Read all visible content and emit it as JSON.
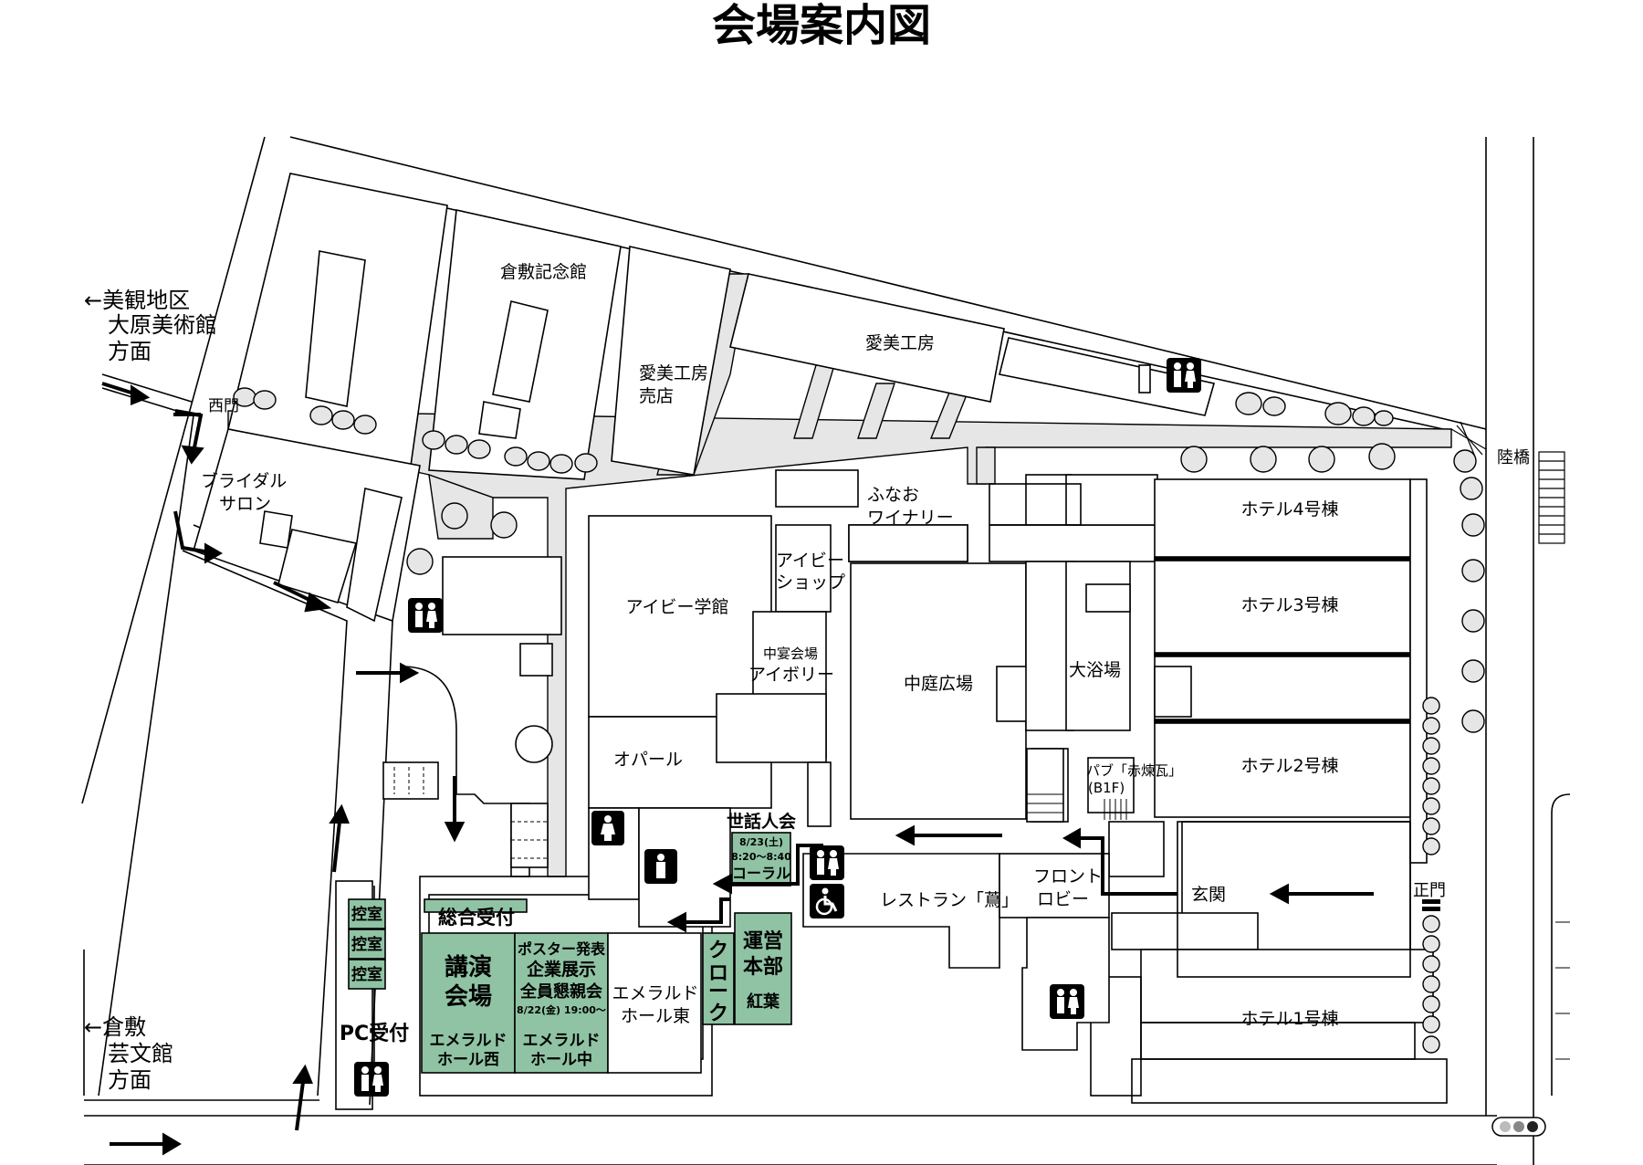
{
  "title": "会場案内図",
  "directions": {
    "west_top": [
      "←美観地区",
      "大原美術館",
      "方面"
    ],
    "west_bottom": [
      "←倉敷",
      "芸文館",
      "方面"
    ]
  },
  "gates": {
    "west": "西門",
    "main": "正門",
    "bridge": "陸橋"
  },
  "buildings": {
    "kurashiki_memorial": "倉敷記念館",
    "aibi_kobo": "愛美工房",
    "aibi_kobo_shop": [
      "愛美工房",
      "売店"
    ],
    "bridal_salon": [
      "ブライダル",
      "サロン"
    ],
    "funao_winery": [
      "ふなお",
      "ワイナリー"
    ],
    "ivy_gakkan": "アイビー学館",
    "ivy_shop": [
      "アイビー",
      "ショップ"
    ],
    "ivory_small": "中宴会場",
    "ivory": "アイボリー",
    "nakaniwa": "中庭広場",
    "daiyokujo": "大浴場",
    "opal": "オパール",
    "pub": [
      "パブ「赤煉瓦」",
      "(B1F)"
    ],
    "restaurant": "レストラン「蔦」",
    "front_lobby": [
      "フロント",
      "ロビー"
    ],
    "genkan": "玄関",
    "hotel4": "ホテル4号棟",
    "hotel3": "ホテル3号棟",
    "hotel2": "ホテル2号棟",
    "hotel1": "ホテル1号棟",
    "emerald_east": [
      "エメラルド",
      "ホール東"
    ]
  },
  "event": {
    "sewanin": {
      "title": "世話人会",
      "date": "8/23(土)",
      "time": "8:20～8:40",
      "room": "コーラル"
    },
    "sogo_uketsuke": "総合受付",
    "koen_kaijo": [
      "講演",
      "会場"
    ],
    "emerald_west": [
      "エメラルド",
      "ホール西"
    ],
    "poster": [
      "ポスター発表",
      "企業展示",
      "全員懇親会"
    ],
    "party_time": "8/22(金) 19:00～",
    "emerald_mid": [
      "エメラルド",
      "ホール中"
    ],
    "cloak": [
      "ク",
      "ロ",
      "ー",
      "ク"
    ],
    "unei": [
      "運営",
      "本部"
    ],
    "koyo": "紅葉",
    "hikae": [
      "控室",
      "控室",
      "控室"
    ],
    "pc_uketsuke": "PC受付"
  },
  "colors": {
    "event_rooms": "#8fc3a4",
    "paths": "#e6e6e6",
    "lines": "#000000"
  },
  "icons": [
    "restroom-icon",
    "wheelchair-icon",
    "direction-arrow-icon",
    "traffic-signal-icon"
  ]
}
